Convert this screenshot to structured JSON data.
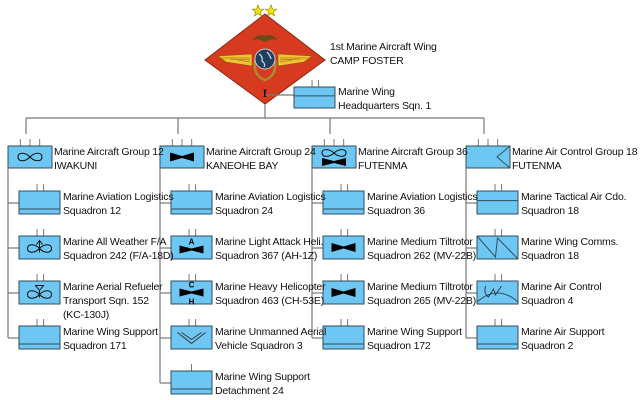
{
  "colors": {
    "unit_fill": "#6ec6f2",
    "unit_stroke": "#2f4f5f",
    "line": "#777777",
    "insignia_red": "#d63a1f",
    "insignia_gold": "#f2c232",
    "star": "#f5e400"
  },
  "wing": {
    "name": "1st Marine Aircraft Wing",
    "location": "CAMP FOSTER",
    "roman_numeral": "I",
    "stars": 2,
    "headquarters": {
      "line1": "Marine Wing",
      "line2": "Headquarters Sqn. 1",
      "symbol": "hq-bar"
    }
  },
  "groups": [
    {
      "line1": "Marine Aircraft Group 12",
      "line2": "IWAKUNI",
      "symbol": "fixed-wing",
      "units": [
        {
          "lines": [
            "Marine Aviation Logistics",
            "Squadron 12"
          ],
          "symbol": "logistics"
        },
        {
          "lines": [
            "Marine All Weather F/A",
            "Squadron 242 (F/A-18D)"
          ],
          "symbol": "fighter-attack"
        },
        {
          "lines": [
            "Marine Aerial Refueler",
            "Transport Sqn. 152",
            "(KC-130J)"
          ],
          "symbol": "refueler"
        },
        {
          "lines": [
            "Marine Wing Support",
            "Squadron 171"
          ],
          "symbol": "logistics"
        }
      ]
    },
    {
      "line1": "Marine Aircraft Group 24",
      "line2": "KANEOHE BAY",
      "symbol": "rotary-wing",
      "units": [
        {
          "lines": [
            "Marine Aviation Logistics",
            "Squadron 24"
          ],
          "symbol": "logistics"
        },
        {
          "lines": [
            "Marine Light Attack Heli.",
            "Squadron 367 (AH-1Z)"
          ],
          "symbol": "attack-helicopter",
          "top_letter": "A"
        },
        {
          "lines": [
            "Marine Heavy Helicopter",
            "Squadron 463 (CH-53E)"
          ],
          "symbol": "heavy-helicopter",
          "top_letter": "C",
          "bottom_letter": "H"
        },
        {
          "lines": [
            "Marine Unmanned Aerial",
            "Vehicle Squadron 3"
          ],
          "symbol": "uav"
        },
        {
          "lines": [
            "Marine Wing Support",
            "Detachment 24"
          ],
          "symbol": "logistics"
        }
      ]
    },
    {
      "line1": "Marine Aircraft Group 36",
      "line2": "FUTENMA",
      "symbol": "composite",
      "units": [
        {
          "lines": [
            "Marine Aviation Logistics",
            "Squadron 36"
          ],
          "symbol": "logistics"
        },
        {
          "lines": [
            "Marine Medium Tiltrotor",
            "Squadron 262 (MV-22B)"
          ],
          "symbol": "tiltrotor"
        },
        {
          "lines": [
            "Marine Medium Tiltrotor",
            "Squadron 265 (MV-22B)"
          ],
          "symbol": "tiltrotor"
        },
        {
          "lines": [
            "Marine Wing Support",
            "Squadron 172"
          ],
          "symbol": "logistics"
        }
      ]
    },
    {
      "line1": "Marine Air Control Group 18",
      "line2": "FUTENMA",
      "symbol": "air-control",
      "units": [
        {
          "lines": [
            "Marine Tactical Air Cdo.",
            "Squadron 18"
          ],
          "symbol": "hq-bar"
        },
        {
          "lines": [
            "Marine Wing Comms.",
            "Squadron 18"
          ],
          "symbol": "signal"
        },
        {
          "lines": [
            "Marine Air Control",
            "Squadron 4"
          ],
          "symbol": "radar"
        },
        {
          "lines": [
            "Marine Air Support",
            "Squadron 2"
          ],
          "symbol": "logistics"
        }
      ]
    }
  ]
}
